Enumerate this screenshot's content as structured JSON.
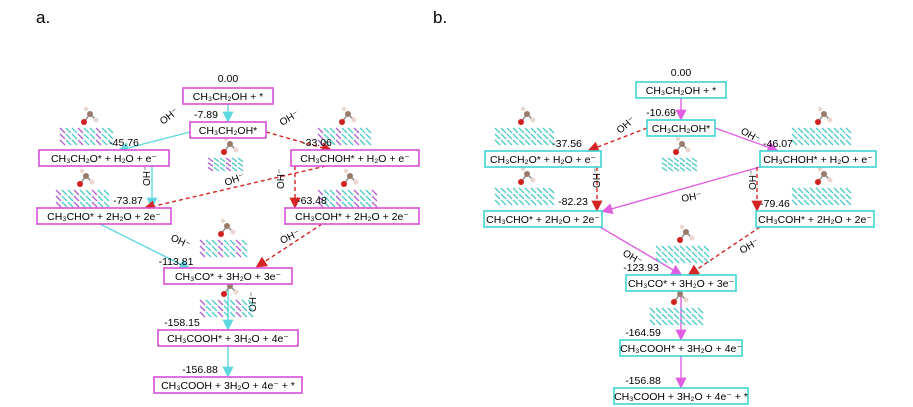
{
  "panels": [
    {
      "label": "a.",
      "box_style": "a",
      "nodes": [
        {
          "id": "a0",
          "text": "CH₃CH₂OH + *",
          "energy": "0.00"
        },
        {
          "id": "a1",
          "text": "CH₃CH₂OH*",
          "energy": "-7.89"
        },
        {
          "id": "a2",
          "text": "CH₃CH₂O* + H₂O + e⁻",
          "energy": "-45.76"
        },
        {
          "id": "a3",
          "text": "CH₃CHOH* + H₂O + e⁻",
          "energy": "-33.06"
        },
        {
          "id": "a4",
          "text": "CH₃CHO* + 2H₂O + 2e⁻",
          "energy": "-73.87"
        },
        {
          "id": "a5",
          "text": "CH₃COH* + 2H₂O + 2e⁻",
          "energy": "-63.48"
        },
        {
          "id": "a6",
          "text": "CH₃CO* + 3H₂O + 3e⁻",
          "energy": "-113.81"
        },
        {
          "id": "a7",
          "text": "CH₃COOH* + 3H₂O + 4e⁻",
          "energy": "-158.15"
        },
        {
          "id": "a8",
          "text": "CH₃COOH + 3H₂O + 4e⁻ + *",
          "energy": "-156.88"
        }
      ],
      "edges": [
        {
          "from": "a0",
          "to": "a1",
          "style": "cyan",
          "oh": ""
        },
        {
          "from": "a1",
          "to": "a2",
          "style": "cyan",
          "oh": "OH⁻"
        },
        {
          "from": "a1",
          "to": "a3",
          "style": "red",
          "oh": "OH⁻"
        },
        {
          "from": "a2",
          "to": "a4",
          "style": "cyan",
          "oh": "OH⁻"
        },
        {
          "from": "a3",
          "to": "a4",
          "style": "red",
          "oh": "OH⁻"
        },
        {
          "from": "a3",
          "to": "a5",
          "style": "red",
          "oh": "OH⁻"
        },
        {
          "from": "a4",
          "to": "a6",
          "style": "cyan",
          "oh": "OH⁻"
        },
        {
          "from": "a5",
          "to": "a6",
          "style": "red",
          "oh": "OH⁻"
        },
        {
          "from": "a6",
          "to": "a7",
          "style": "cyan",
          "oh": "OH⁻"
        },
        {
          "from": "a7",
          "to": "a8",
          "style": "cyan",
          "oh": ""
        }
      ]
    },
    {
      "label": "b.",
      "box_style": "b",
      "nodes": [
        {
          "id": "b0",
          "text": "CH₃CH₂OH + *",
          "energy": "0.00"
        },
        {
          "id": "b1",
          "text": "CH₃CH₂OH*",
          "energy": "-10.69"
        },
        {
          "id": "b2",
          "text": "CH₃CH₂O* + H₂O + e⁻",
          "energy": "-37.56"
        },
        {
          "id": "b3",
          "text": "CH₃CHOH* + H₂O + e⁻",
          "energy": "-46.07"
        },
        {
          "id": "b4",
          "text": "CH₃CHO* + 2H₂O + 2e⁻",
          "energy": "-82.23"
        },
        {
          "id": "b5",
          "text": "CH₃COH* + 2H₂O + 2e⁻",
          "energy": "-79.46"
        },
        {
          "id": "b6",
          "text": "CH₃CO* + 3H₂O + 3e⁻",
          "energy": "-123.93"
        },
        {
          "id": "b7",
          "text": "CH₃COOH* + 3H₂O + 4e⁻",
          "energy": "-164.59"
        },
        {
          "id": "b8",
          "text": "CH₃COOH + 3H₂O + 4e⁻ + *",
          "energy": "-156.88"
        }
      ],
      "edges": [
        {
          "from": "b0",
          "to": "b1",
          "style": "magenta",
          "oh": ""
        },
        {
          "from": "b1",
          "to": "b2",
          "style": "red",
          "oh": "OH⁻"
        },
        {
          "from": "b1",
          "to": "b3",
          "style": "magenta",
          "oh": "OH⁻"
        },
        {
          "from": "b2",
          "to": "b4",
          "style": "red",
          "oh": "OH⁻"
        },
        {
          "from": "b3",
          "to": "b4",
          "style": "magenta",
          "oh": "OH⁻"
        },
        {
          "from": "b3",
          "to": "b5",
          "style": "red",
          "oh": "OH⁻"
        },
        {
          "from": "b4",
          "to": "b6",
          "style": "magenta",
          "oh": "OH⁻"
        },
        {
          "from": "b5",
          "to": "b6",
          "style": "red",
          "oh": "OH⁻"
        },
        {
          "from": "b6",
          "to": "b7",
          "style": "magenta",
          "oh": ""
        },
        {
          "from": "b7",
          "to": "b8",
          "style": "magenta",
          "oh": ""
        }
      ]
    }
  ],
  "colors": {
    "box_a": "#d94fd9",
    "box_b": "#3fd3d3",
    "path_cyan": "#5fd8e0",
    "path_magenta": "#e05fe0",
    "path_red": "#d42424",
    "slab_cyan": "#4fc8c8",
    "slab_purple": "#b060d0"
  }
}
